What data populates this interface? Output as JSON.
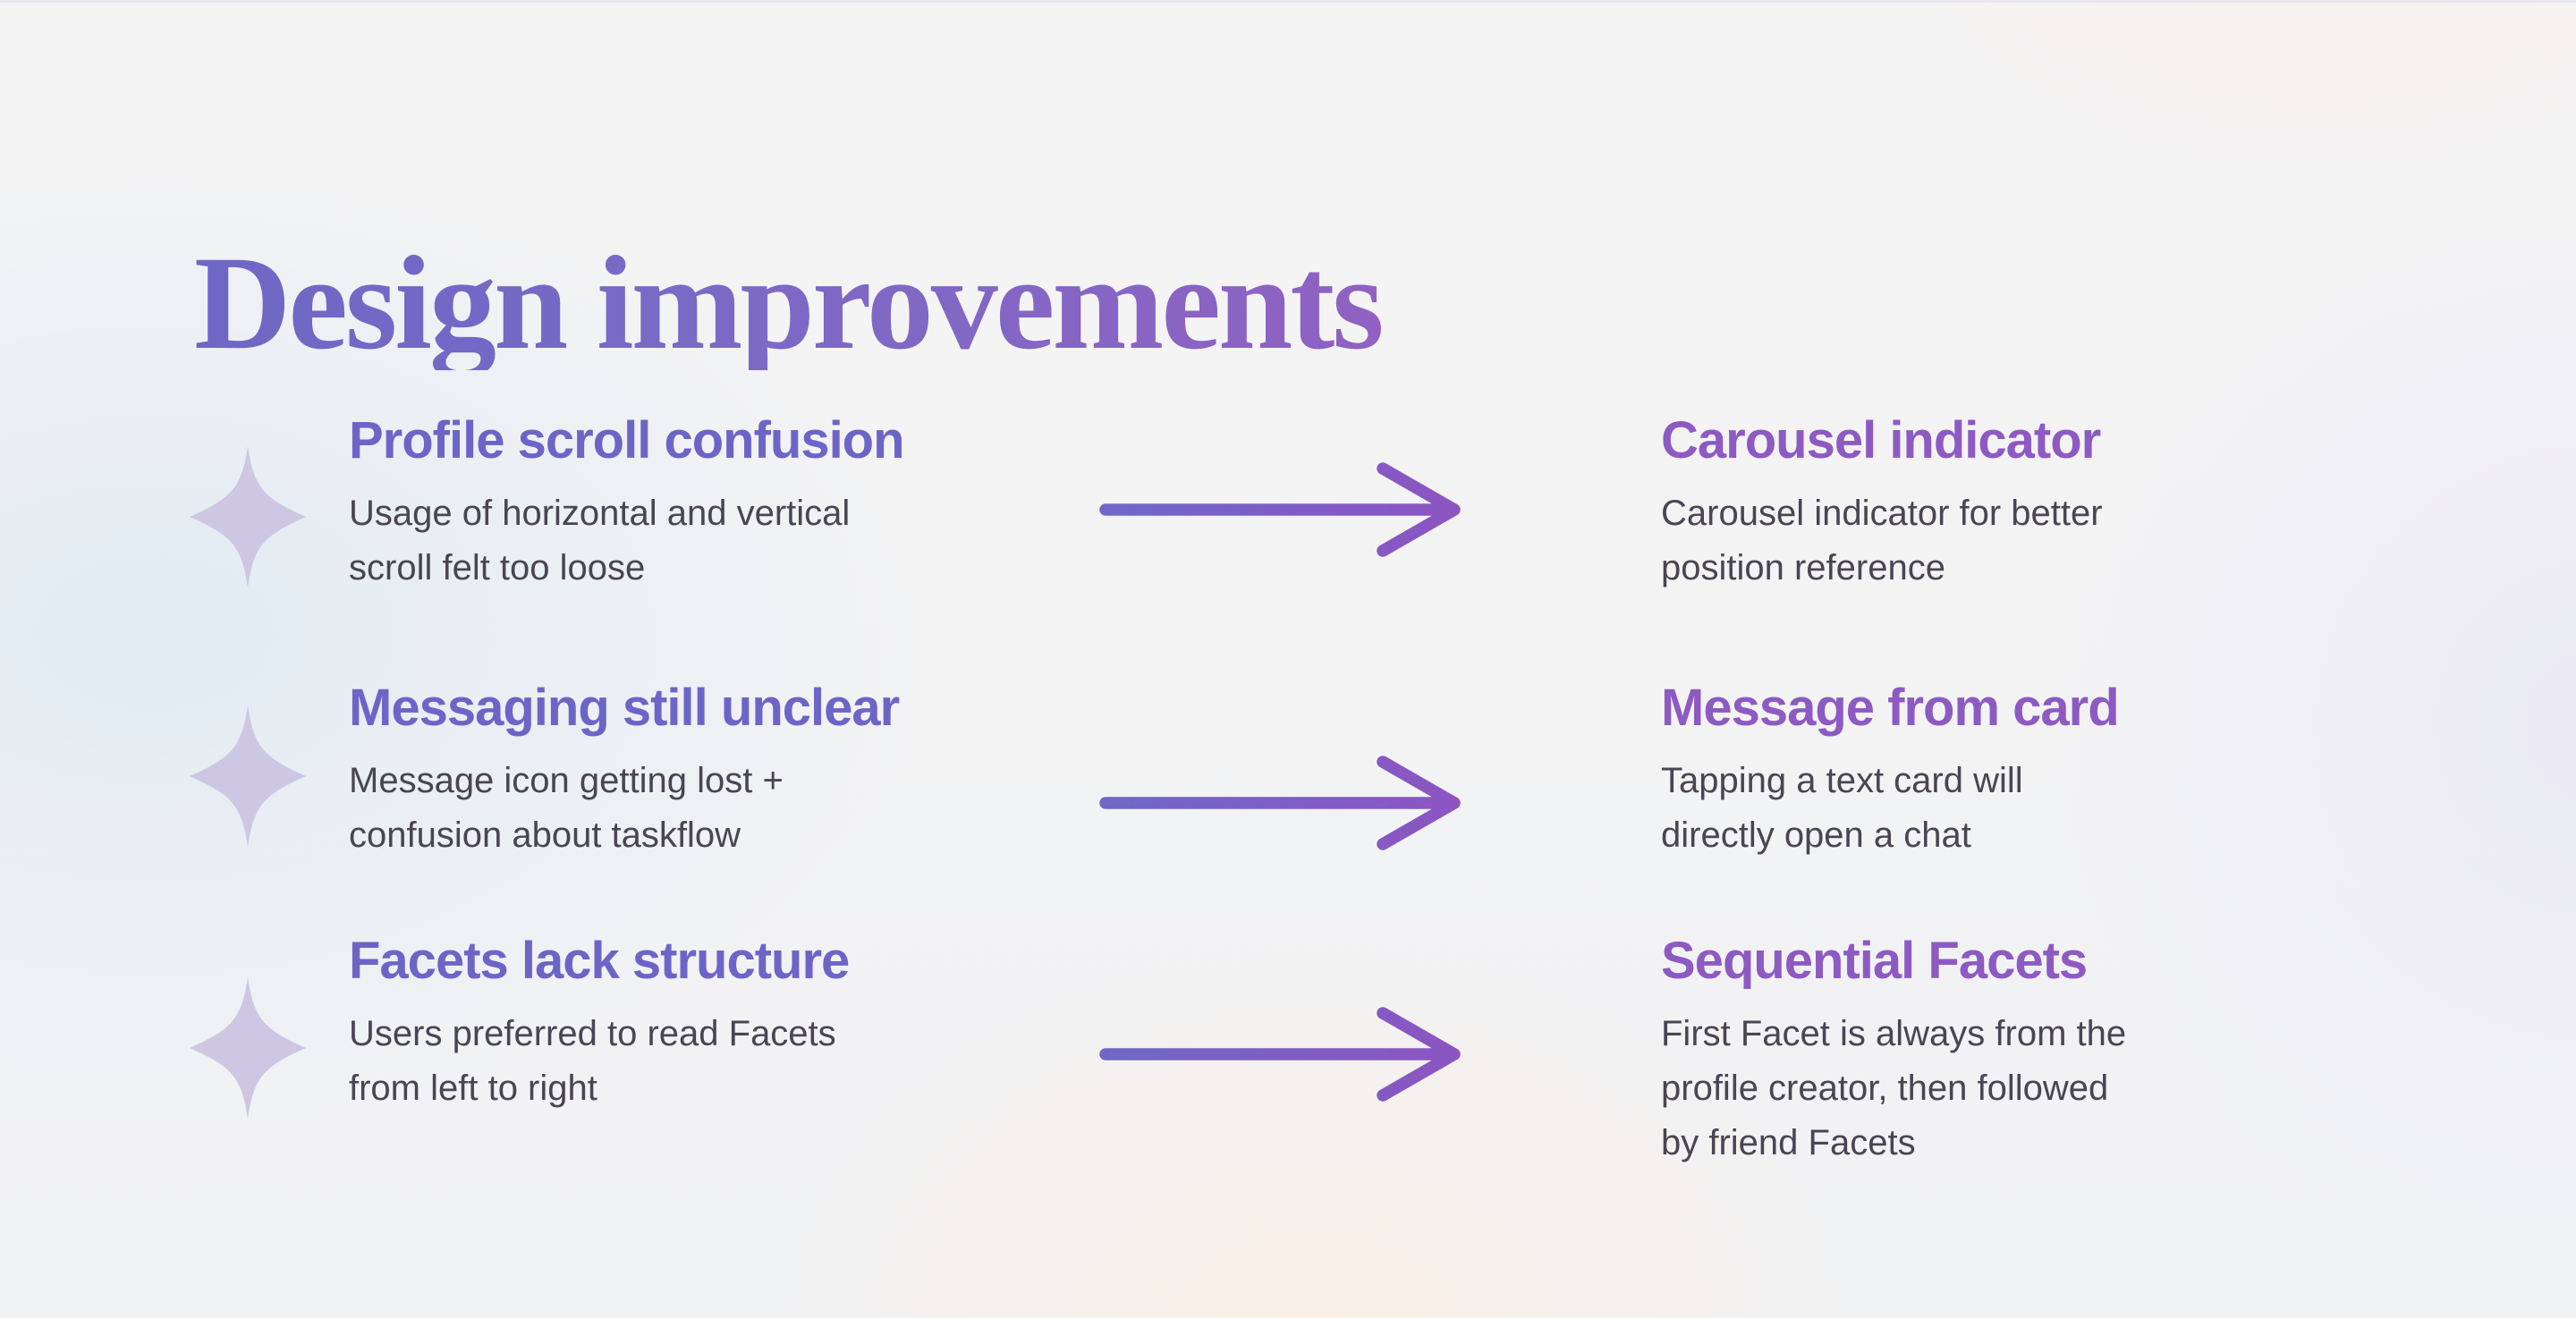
{
  "title": "Design improvements",
  "rows": [
    {
      "icon": "sparkle",
      "problem": {
        "heading": "Profile scroll confusion",
        "body": "Usage of horizontal and vertical\nscroll felt too loose"
      },
      "solution": {
        "heading": "Carousel indicator",
        "body": "Carousel indicator for better\nposition reference"
      }
    },
    {
      "icon": "sparkle",
      "problem": {
        "heading": "Messaging still unclear",
        "body": "Message icon getting lost +\nconfusion about taskflow"
      },
      "solution": {
        "heading": "Message from card",
        "body": "Tapping a text card will\ndirectly open a chat"
      }
    },
    {
      "icon": "sparkle",
      "problem": {
        "heading": "Facets lack structure",
        "body": "Users preferred to read Facets\nfrom left to right"
      },
      "solution": {
        "heading": "Sequential Facets",
        "body": "First Facet is always from the\nprofile creator, then followed\nby friend Facets"
      }
    }
  ],
  "colors": {
    "title_gradient_start": "#6e67c5",
    "title_gradient_end": "#9061c2",
    "problem_heading": "#6c65c7",
    "solution_heading": "#8d5ac3",
    "body_text": "#4a4552",
    "sparkle": "#cdc7e3",
    "arrow_gradient_start": "#6f68c6",
    "arrow_gradient_end": "#8c55c2",
    "background_base": "#f2f3f4"
  }
}
